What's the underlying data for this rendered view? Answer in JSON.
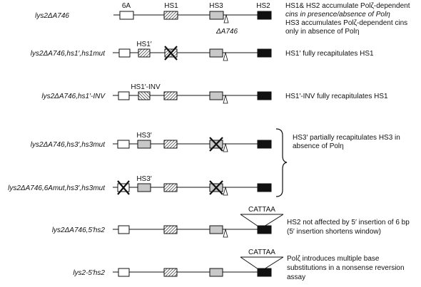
{
  "rows": [
    {
      "label_base": "lys2ΔA746",
      "label_suffix": "",
      "region_labels": [
        "6A",
        "HS1",
        "HS3",
        "HS2"
      ],
      "sublabel": "ΔA746",
      "description_lines": [
        "HS1& HS2 accumulate Polζ-dependent",
        "cins in presence/absence of Polη",
        "HS3 accumulates Polζ-dependent cins",
        "only in absence of Polη"
      ]
    },
    {
      "label_base": "lys2ΔA746,hs1",
      "label_suffix": "′,hs1mut",
      "region_labels": [
        "HS1′"
      ],
      "description_lines": [
        "HS1′ fully recapitulates HS1"
      ]
    },
    {
      "label_base": "lys2ΔA746,hs1",
      "label_suffix": "′-INV",
      "region_labels": [
        "HS1′-INV"
      ],
      "description_lines": [
        "HS1′-INV fully recapitulates HS1"
      ]
    },
    {
      "label_base": "lys2ΔA746,hs3",
      "label_suffix": "′,hs3mut",
      "region_labels": [
        "HS3′"
      ],
      "description_lines": []
    },
    {
      "label_base": "lys2ΔA746,6Amut,hs3",
      "label_suffix": "′,hs3mut",
      "region_labels": [
        "HS3′"
      ],
      "description_lines": []
    },
    {
      "label_base": "lys2ΔA746,5",
      "label_suffix": "′hs2",
      "region_labels": [
        "CATTAA"
      ],
      "description_lines": [
        "HS2 not affected by 5′ insertion of 6 bp",
        "(5′ insertion shortens window)"
      ]
    },
    {
      "label_base": "lys2-5",
      "label_suffix": "′hs2",
      "region_labels": [
        "CATTAA"
      ],
      "description_lines": [
        "Polζ introduces multiple base",
        "substitutions in a nonsense reversion",
        "assay"
      ]
    }
  ],
  "bracket_description_lines": [
    "HS3′ partially recapitulates HS3 in",
    "absence of Polη"
  ],
  "colors": {
    "line": "#111111",
    "gray_box": "#c8c8c8",
    "black_box": "#111111",
    "white_box": "#ffffff"
  }
}
